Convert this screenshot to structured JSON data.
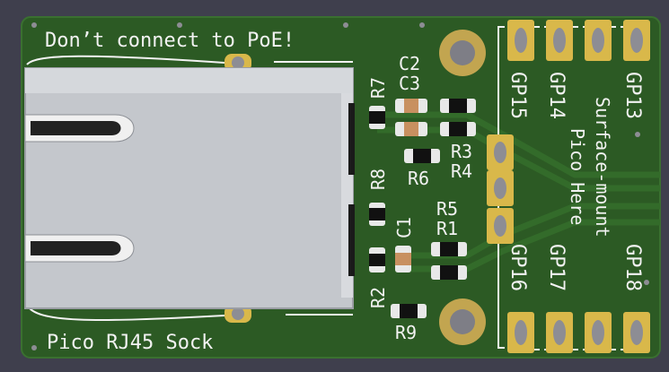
{
  "colors": {
    "background": "#3f3f4d",
    "board": "#2c5a24",
    "trace": "#336b2a",
    "silkscreen": "#f2f2f2",
    "gold": "#d9b84a",
    "jack_body": "#c4c7cc",
    "capacitor": "#c89060"
  },
  "board": {
    "warning_text": "Don’t connect to PoE!",
    "title_text": "Pico RJ45 Sock"
  },
  "pico_note": {
    "line1": "Surface-mount",
    "line2": "Pico Here"
  },
  "components": {
    "r7": "R7",
    "c2": "C2",
    "c3": "C3",
    "r3": "R3",
    "r4": "R4",
    "r6": "R6",
    "r8": "R8",
    "c1": "C1",
    "r5": "R5",
    "r1": "R1",
    "r2": "R2",
    "r9": "R9"
  },
  "pins": {
    "top": [
      "GP15",
      "GP14",
      "GP13"
    ],
    "bottom": [
      "GP16",
      "GP17",
      "GP18"
    ]
  }
}
